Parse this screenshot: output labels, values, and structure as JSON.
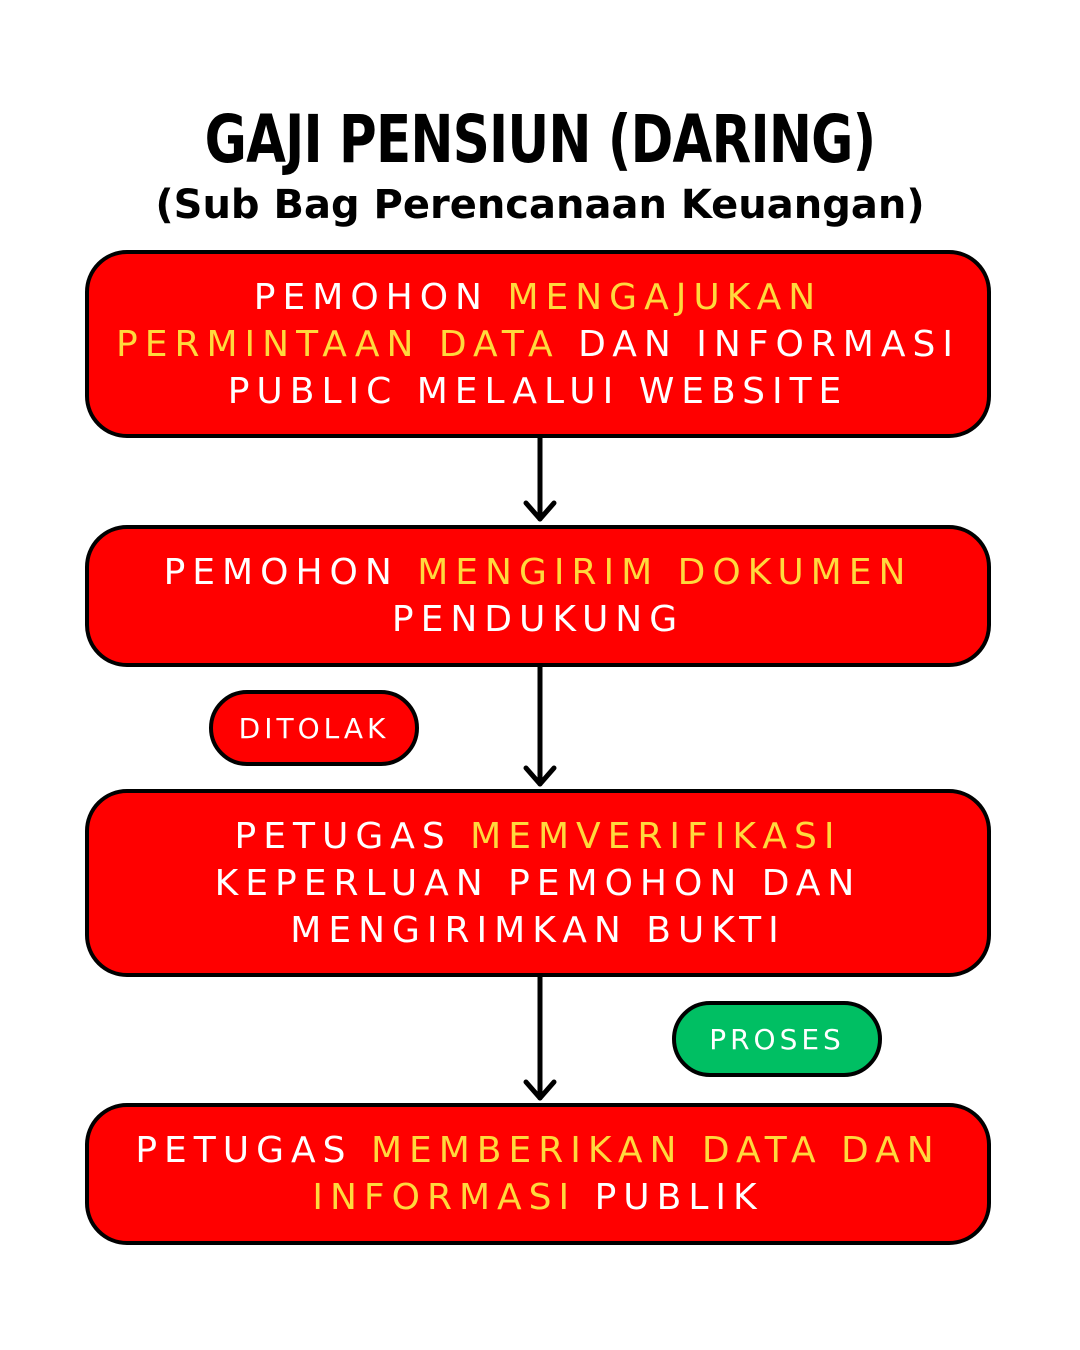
{
  "title": "GAJI PENSIUN (DARING)",
  "subtitle": "(Sub Bag Perencanaan Keuangan)",
  "steps": [
    {
      "lines": [
        [
          {
            "t": "PEMOHON ",
            "hl": false
          },
          {
            "t": "MENGAJUKAN",
            "hl": true
          }
        ],
        [
          {
            "t": "PERMINTAAN DATA",
            "hl": true
          },
          {
            "t": " DAN INFORMASI",
            "hl": false
          }
        ],
        [
          {
            "t": "PUBLIC MELALUI WEBSITE",
            "hl": false
          }
        ]
      ]
    },
    {
      "lines": [
        [
          {
            "t": "PEMOHON ",
            "hl": false
          },
          {
            "t": "MENGIRIM DOKUMEN",
            "hl": true
          }
        ],
        [
          {
            "t": "PENDUKUNG",
            "hl": false
          }
        ]
      ]
    },
    {
      "lines": [
        [
          {
            "t": "PETUGAS ",
            "hl": false
          },
          {
            "t": "MEMVERIFIKASI",
            "hl": true
          }
        ],
        [
          {
            "t": "KEPERLUAN PEMOHON DAN",
            "hl": false
          }
        ],
        [
          {
            "t": "MENGIRIMKAN BUKTI",
            "hl": false
          }
        ]
      ]
    },
    {
      "lines": [
        [
          {
            "t": "PETUGAS ",
            "hl": false
          },
          {
            "t": "MEMBERIKAN DATA DAN",
            "hl": true
          }
        ],
        [
          {
            "t": "INFORMASI",
            "hl": true
          },
          {
            "t": " PUBLIK",
            "hl": false
          }
        ]
      ]
    }
  ],
  "badges": {
    "rejected": "DITOLAK",
    "process": "PROSES"
  },
  "colors": {
    "box": "#ff0000",
    "highlight": "#ffd93d",
    "text": "#ffffff",
    "process_badge": "#00bf63",
    "rejected_badge": "#ff0000",
    "outline": "#000000"
  }
}
